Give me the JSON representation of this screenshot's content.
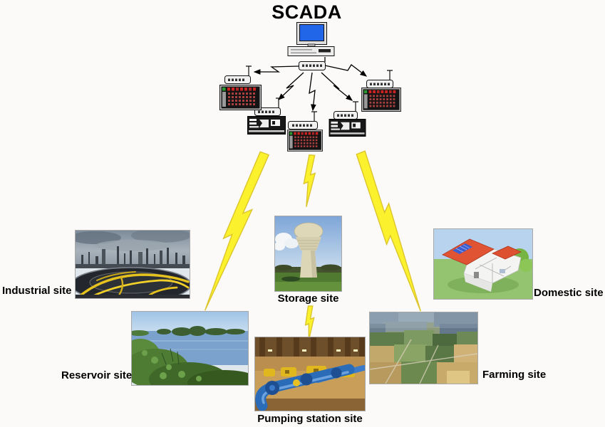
{
  "title": "SCADA",
  "colors": {
    "background": "#fbfaf8",
    "bolt_fill": "#fbf12d",
    "bolt_stroke": "#dcc52c",
    "monitor_screen": "#2166e8",
    "label_text": "#000000"
  },
  "icons": {
    "master": "computer-icon",
    "base_station": "radio-modem-icon",
    "remote_modem": "radio-modem-icon",
    "remote_unit": "rtu-icon",
    "wireless_link": "zigzag-link-icon",
    "site_link": "lightning-bolt-icon"
  },
  "sites": [
    {
      "id": "industrial",
      "label": "Industrial site",
      "label_position": "left"
    },
    {
      "id": "storage",
      "label": "Storage site",
      "label_position": "below"
    },
    {
      "id": "domestic",
      "label": "Domestic site",
      "label_position": "right"
    },
    {
      "id": "reservoir",
      "label": "Reservoir site",
      "label_position": "left"
    },
    {
      "id": "pumping",
      "label": "Pumping station site",
      "label_position": "below"
    },
    {
      "id": "farming",
      "label": "Farming site",
      "label_position": "right"
    }
  ]
}
